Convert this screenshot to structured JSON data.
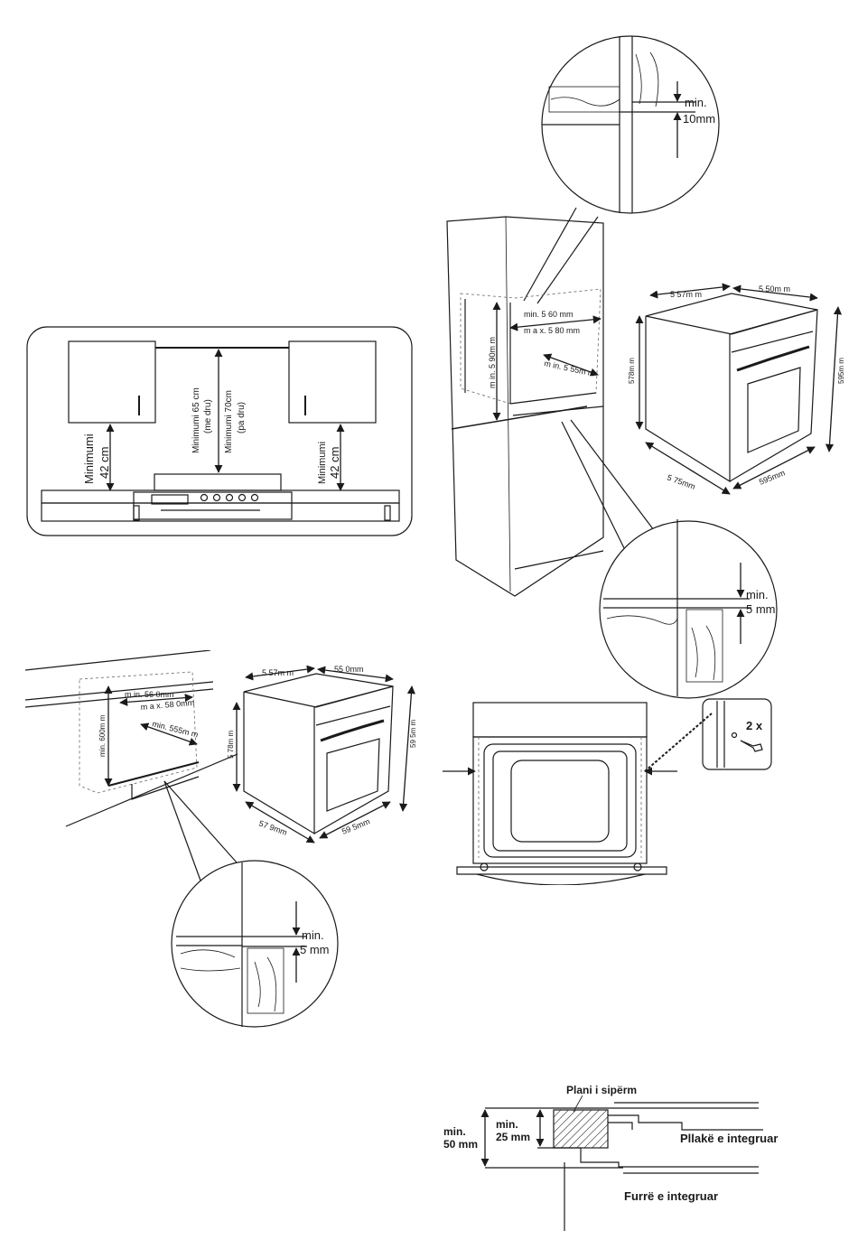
{
  "panel_clearance": {
    "left_label_1": "Minimumi",
    "left_label_2": "42 cm",
    "center_a_1": "Minimumi 65 cm",
    "center_a_2": "(me dru)",
    "center_b_1": "Minimumi 70cm",
    "center_b_2": "(pa dru)",
    "right_label_1": "Minimumi",
    "right_label_2": "42 cm"
  },
  "detail_top": {
    "label_1": "min.",
    "label_2": "10mm"
  },
  "tall_cabinet": {
    "width_min": "min. 5 60 mm",
    "width_max": "m a x. 5 80 mm",
    "depth_min": "m in. 5 55m m",
    "height_min": "m in. 5 90m m"
  },
  "oven_top_right": {
    "d_557": "5 57m m",
    "d_550": "5 50m m",
    "d_578": "578m m",
    "d_595h": "595m m",
    "d_575": "5 75mm",
    "d_595w": "595mm"
  },
  "detail_mid_right": {
    "label_1": "min.",
    "label_2": "5  mm"
  },
  "under_counter": {
    "width_min": "m in. 56 0mm",
    "width_max": "m a x. 58 0mm",
    "depth_min": "min.  555m m",
    "height_min": "min. 600m m"
  },
  "oven_mid_left": {
    "d_557": "5 57m m",
    "d_550": "55 0mm",
    "d_578": "5 78m m",
    "d_595h": "59 5m m",
    "d_579": "57 9mm",
    "d_595w": "59 5mm"
  },
  "detail_bottom_left": {
    "label_1": "min.",
    "label_2": "5  mm"
  },
  "screw_detail": {
    "label": "2 x"
  },
  "section": {
    "top_label": "Plani i sipërm",
    "min50_1": "min.",
    "min50_2": "50 mm",
    "min25_1": "min.",
    "min25_2": "25 mm",
    "hob_label": "Pllakë e integruar",
    "oven_label": "Furrë e integruar"
  }
}
